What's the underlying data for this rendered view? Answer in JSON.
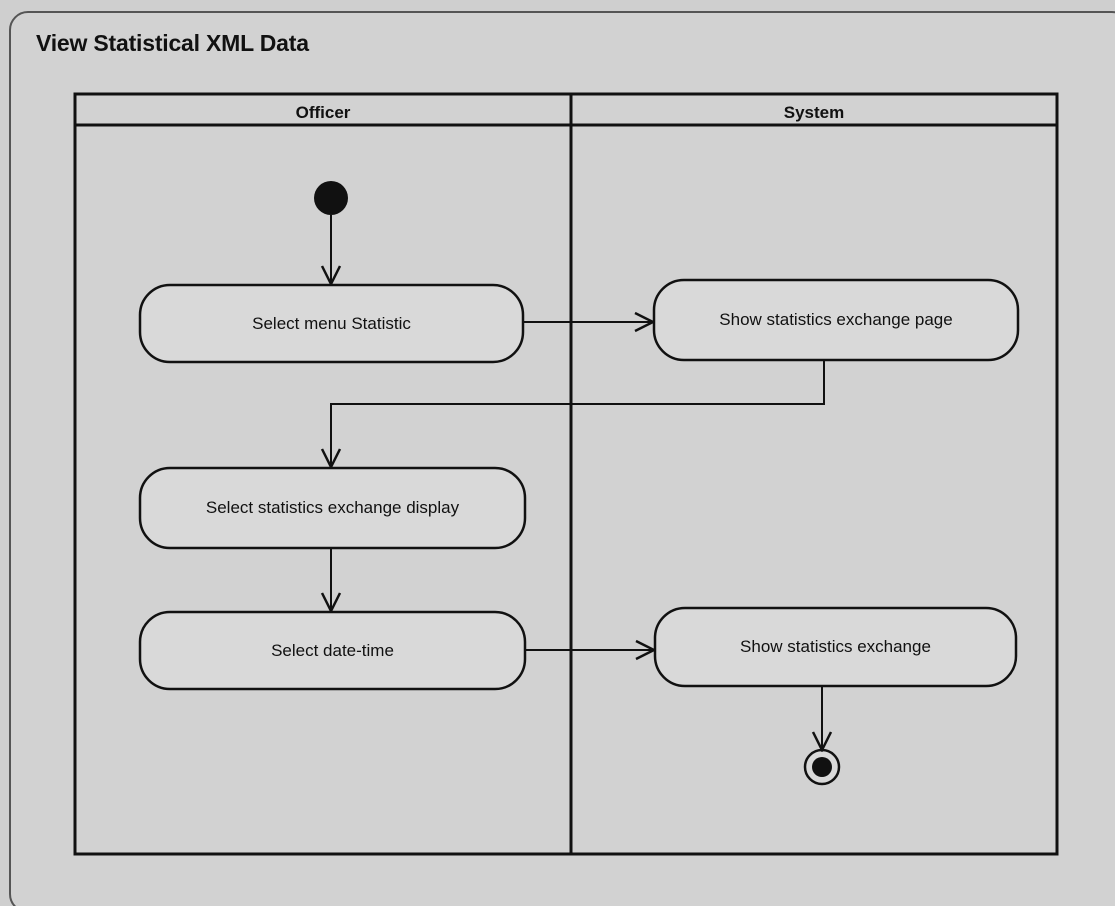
{
  "diagram": {
    "title": "View Statistical  XML Data",
    "lanes": [
      {
        "name": "Officer"
      },
      {
        "name": "System"
      }
    ],
    "nodes": {
      "start": {
        "type": "initial"
      },
      "select_menu": {
        "type": "action",
        "label": "Select menu Statistic",
        "lane": "Officer"
      },
      "show_page": {
        "type": "action",
        "label": "Show statistics exchange page",
        "lane": "System"
      },
      "select_display": {
        "type": "action",
        "label": "Select  statistics exchange display",
        "lane": "Officer"
      },
      "select_datetime": {
        "type": "action",
        "label": "Select date-time",
        "lane": "Officer"
      },
      "show_exchange": {
        "type": "action",
        "label": "Show statistics exchange",
        "lane": "System"
      },
      "end": {
        "type": "final"
      }
    },
    "edges": [
      {
        "from": "start",
        "to": "select_menu"
      },
      {
        "from": "select_menu",
        "to": "show_page"
      },
      {
        "from": "show_page",
        "to": "select_display"
      },
      {
        "from": "select_display",
        "to": "select_datetime"
      },
      {
        "from": "select_datetime",
        "to": "show_exchange"
      },
      {
        "from": "show_exchange",
        "to": "end"
      }
    ]
  },
  "colors": {
    "background": "#cfcfcf",
    "frame_fill": "#d2d2d2",
    "action_fill": "#d9d9d9",
    "stroke": "#111111"
  }
}
